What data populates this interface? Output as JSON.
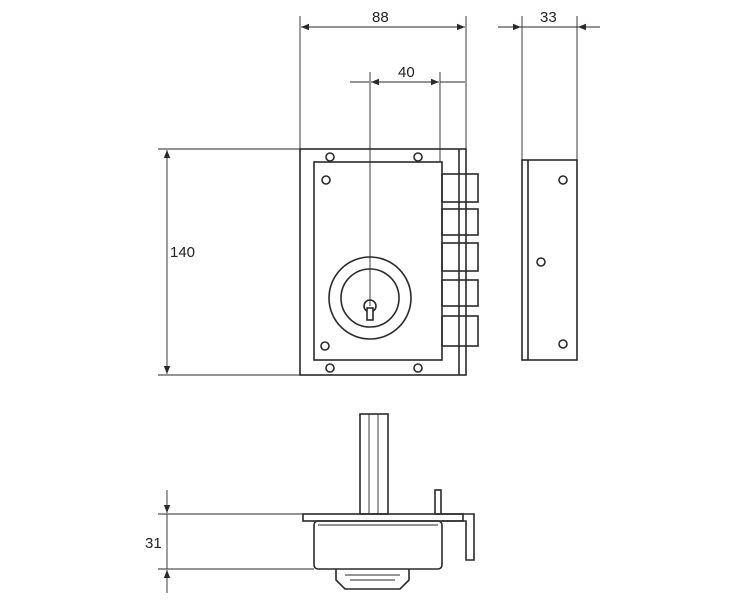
{
  "dimensions": {
    "width": "88",
    "bolt_offset": "40",
    "depth": "33",
    "height": "140",
    "front_depth": "31"
  },
  "colors": {
    "line": "#2a2a2a",
    "background": "#ffffff"
  }
}
